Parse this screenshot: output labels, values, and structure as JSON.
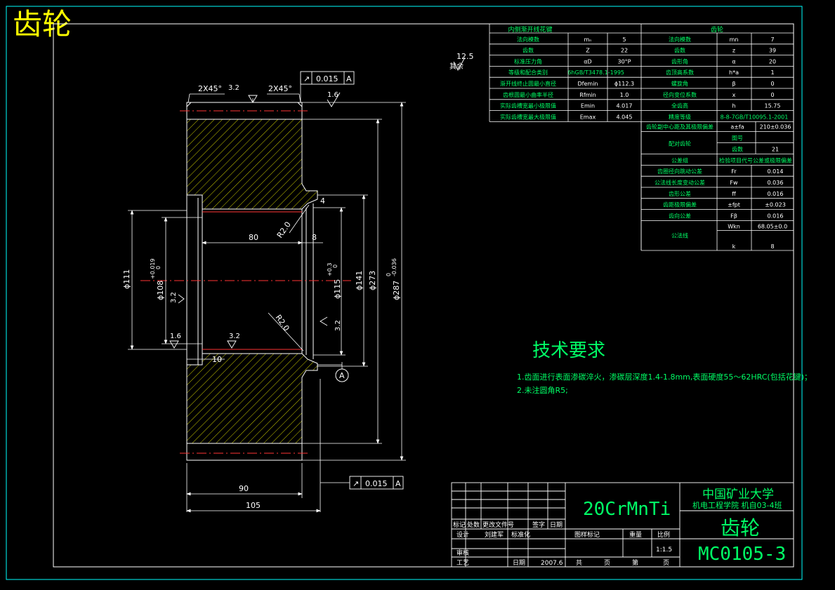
{
  "drawing_title": "齿轮",
  "roughness": {
    "general_prefix": "其余",
    "general_value": "12.5",
    "top_land": "3.2",
    "side_top": "1.6",
    "bore_left": "3.2",
    "bore_bottom_left": "1.6",
    "bore_bottom": "3.2",
    "keyway_side": "3.2"
  },
  "tolerance_frames": [
    {
      "symbol": "↗",
      "value": "0.015",
      "datum": "A"
    },
    {
      "symbol": "↗",
      "value": "0.015",
      "datum": "A"
    }
  ],
  "datum_label": "A",
  "dims": {
    "chamfer_left": "2X45°",
    "chamfer_right": "2X45°",
    "d111": "ϕ111",
    "d108": "ϕ108",
    "d108_tol_up": "+0.019",
    "d108_tol_low": "0",
    "d115": "ϕ115",
    "d115_tol_up": "+0.3",
    "d115_tol_low": "0",
    "d141": "ϕ141",
    "d273": "ϕ273",
    "d287": "ϕ287",
    "d287_tol_up": "0",
    "d287_tol_low": "-0.036",
    "len80": "80",
    "len8": "8",
    "len4": "4",
    "len10": "10",
    "len90": "90",
    "len105": "105",
    "r2_top": "R2.0",
    "r2_bot": "R2.0"
  },
  "spline_table": {
    "title": "内侧渐开线花键",
    "rows": [
      [
        "法向模数",
        "mₙ",
        "5"
      ],
      [
        "齿数",
        "Z",
        "22"
      ],
      [
        "标准压力角",
        "αD",
        "30°P"
      ],
      [
        "等级和配合类别",
        "6hGB/T3478.1-1995",
        ""
      ],
      [
        "渐开线终止圆最小直径",
        "Dfemin",
        "ϕ112.3"
      ],
      [
        "齿根圆最小曲率半径",
        "Rfmin",
        "1.0"
      ],
      [
        "实际齿槽宽最小极限值",
        "Emin",
        "4.017"
      ],
      [
        "实际齿槽宽最大极限值",
        "Emax",
        "4.045"
      ]
    ]
  },
  "gear_table": {
    "title": "齿轮",
    "rows": [
      [
        "法向模数",
        "mn",
        "7"
      ],
      [
        "齿数",
        "z",
        "39"
      ],
      [
        "齿形角",
        "α",
        "20"
      ],
      [
        "齿顶高系数",
        "h*a",
        "1"
      ],
      [
        "螺旋角",
        "β",
        "0"
      ],
      [
        "径向变位系数",
        "x",
        "0"
      ],
      [
        "全齿高",
        "h",
        "15.75"
      ],
      [
        "精度等级",
        "8-8-7GB/T10095.1-2001",
        ""
      ]
    ],
    "center_distance": [
      "齿轮副中心距及其极限偏差",
      "a±fa",
      "210±0.036"
    ],
    "mating": {
      "label": "配对齿轮",
      "rows": [
        [
          "图号",
          ""
        ],
        [
          "齿数",
          "21"
        ]
      ]
    },
    "tolerance_header": [
      "公差组",
      "检验项目代号",
      "公差或极限偏差"
    ],
    "tolerances": [
      [
        "齿圈径向跳动公差",
        "Fr",
        "0.014"
      ],
      [
        "公法线长度变动公差",
        "Fw",
        "0.036"
      ],
      [
        "齿形公差",
        "ff",
        "0.016"
      ],
      [
        "齿距极限偏差",
        "±fpt",
        "±0.023"
      ],
      [
        "齿向公差",
        "Fβ",
        "0.016"
      ]
    ],
    "common_normal": {
      "label": "公法线",
      "rows": [
        [
          "Wkn",
          "68.05±0.0"
        ],
        [
          "k",
          "8"
        ]
      ]
    }
  },
  "tech_requirements": {
    "title": "技术要求",
    "items": [
      "1.齿面进行表面渗碳淬火，渗碳层深度1.4-1.8mm,表面硬度55～62HRC(包括花键)；",
      "2.未注圆角R5;"
    ]
  },
  "title_block": {
    "material": "20CrMnTi",
    "university": "中国矿业大学",
    "college": "机电工程学院    机自03-4班",
    "part_name": "齿轮",
    "drawing_no": "MC0105-3",
    "scale": "1:1.5",
    "labels": {
      "mark": "标记",
      "count": "处数",
      "change_doc": "更改文件号",
      "sign": "签字",
      "date": "日期",
      "design": "设计",
      "designer": "刘建军",
      "standardize": "标准化",
      "review": "审核",
      "process": "工艺",
      "date2": "日期",
      "date_value": "2007.6",
      "stage": "图样标记",
      "weight": "重量",
      "scale_label": "比例",
      "total": "共",
      "page": "页",
      "sheet": "第",
      "page2": "页"
    }
  }
}
